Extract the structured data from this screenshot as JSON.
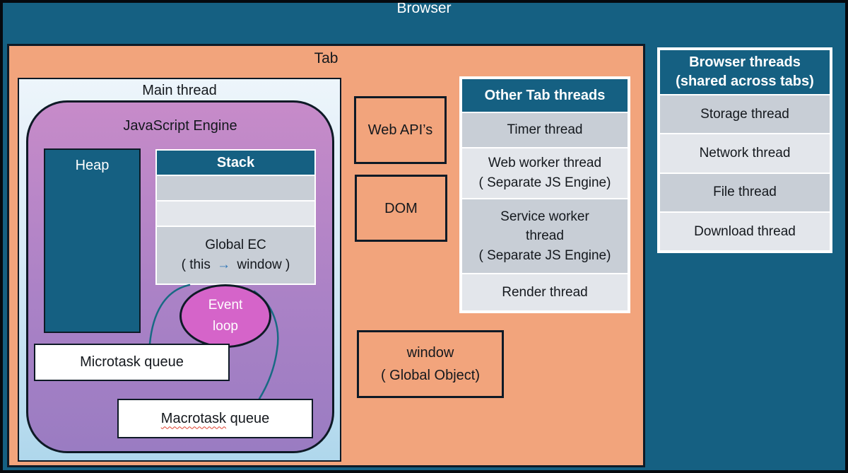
{
  "colors": {
    "accent_teal": "#156082",
    "tab_orange": "#F2A47C",
    "event_loop_pink": "#D564C9",
    "arc_teal": "#186A83",
    "arrow_blue": "#2E75B6",
    "squiggle_red": "#E0402F"
  },
  "browser": {
    "title": "Browser"
  },
  "tab": {
    "title": "Tab"
  },
  "main_thread": {
    "title": "Main thread",
    "js_engine": {
      "title": "JavaScript Engine",
      "heap": {
        "label": "Heap"
      },
      "stack": {
        "header": "Stack",
        "global_ec": {
          "line1": "Global EC",
          "pre": "( this ",
          "arrow": "→",
          "post": " window )"
        }
      },
      "event_loop": {
        "label": "Event\nloop"
      },
      "microtask": {
        "label": "Microtask queue"
      },
      "macrotask": {
        "word": "Macrotask",
        "rest": " queue"
      }
    }
  },
  "web_api": {
    "label": "Web API’s"
  },
  "dom": {
    "label": "DOM"
  },
  "window_box": {
    "label": "window\n( Global Object)"
  },
  "other_tab_threads": {
    "header": "Other Tab threads",
    "rows": [
      {
        "label": "Timer thread"
      },
      {
        "label": "Web worker thread\n( Separate JS Engine)"
      },
      {
        "label": "Service worker\nthread\n( Separate JS Engine)"
      },
      {
        "label": "Render thread"
      }
    ]
  },
  "browser_threads": {
    "header": "Browser threads\n(shared across tabs)",
    "rows": [
      {
        "label": "Storage thread"
      },
      {
        "label": "Network thread"
      },
      {
        "label": "File thread"
      },
      {
        "label": "Download thread"
      }
    ]
  }
}
